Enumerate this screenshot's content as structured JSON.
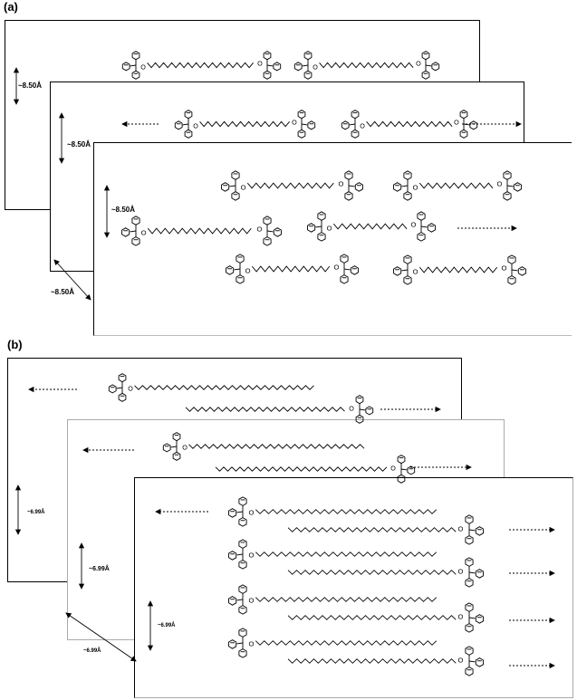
{
  "panel_a": {
    "label": "(a)",
    "spacing_label": "~8.50Å"
  },
  "panel_b": {
    "label": "(b)",
    "spacing_label": "~6.99Å"
  },
  "atom_label": "O"
}
